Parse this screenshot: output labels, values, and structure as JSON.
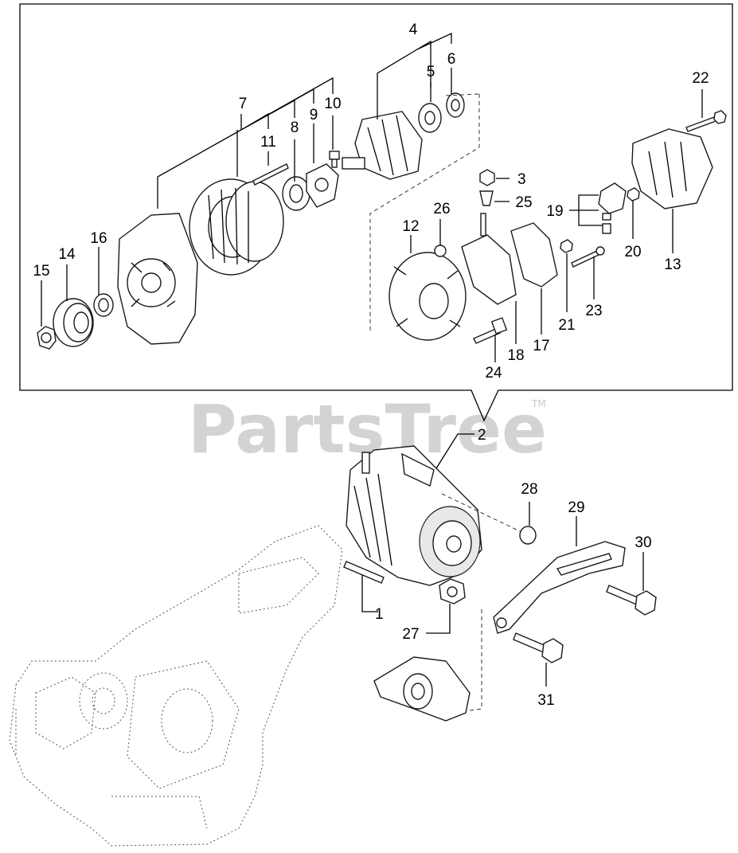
{
  "diagram": {
    "callouts": [
      {
        "id": "1",
        "text": "1"
      },
      {
        "id": "2",
        "text": "2"
      },
      {
        "id": "3",
        "text": "3"
      },
      {
        "id": "4",
        "text": "4"
      },
      {
        "id": "5",
        "text": "5"
      },
      {
        "id": "6",
        "text": "6"
      },
      {
        "id": "7",
        "text": "7"
      },
      {
        "id": "8",
        "text": "8"
      },
      {
        "id": "9",
        "text": "9"
      },
      {
        "id": "10",
        "text": "10"
      },
      {
        "id": "11",
        "text": "11"
      },
      {
        "id": "12",
        "text": "12"
      },
      {
        "id": "13",
        "text": "13"
      },
      {
        "id": "14",
        "text": "14"
      },
      {
        "id": "15",
        "text": "15"
      },
      {
        "id": "16",
        "text": "16"
      },
      {
        "id": "17",
        "text": "17"
      },
      {
        "id": "18",
        "text": "18"
      },
      {
        "id": "19",
        "text": "19"
      },
      {
        "id": "20",
        "text": "20"
      },
      {
        "id": "21",
        "text": "21"
      },
      {
        "id": "22",
        "text": "22"
      },
      {
        "id": "23",
        "text": "23"
      },
      {
        "id": "24",
        "text": "24"
      },
      {
        "id": "25",
        "text": "25"
      },
      {
        "id": "26",
        "text": "26"
      },
      {
        "id": "27",
        "text": "27"
      },
      {
        "id": "28",
        "text": "28"
      },
      {
        "id": "29",
        "text": "29"
      },
      {
        "id": "30",
        "text": "30"
      },
      {
        "id": "31",
        "text": "31"
      }
    ]
  },
  "watermark": {
    "brand": "PartsTree",
    "trademark": "TM"
  }
}
